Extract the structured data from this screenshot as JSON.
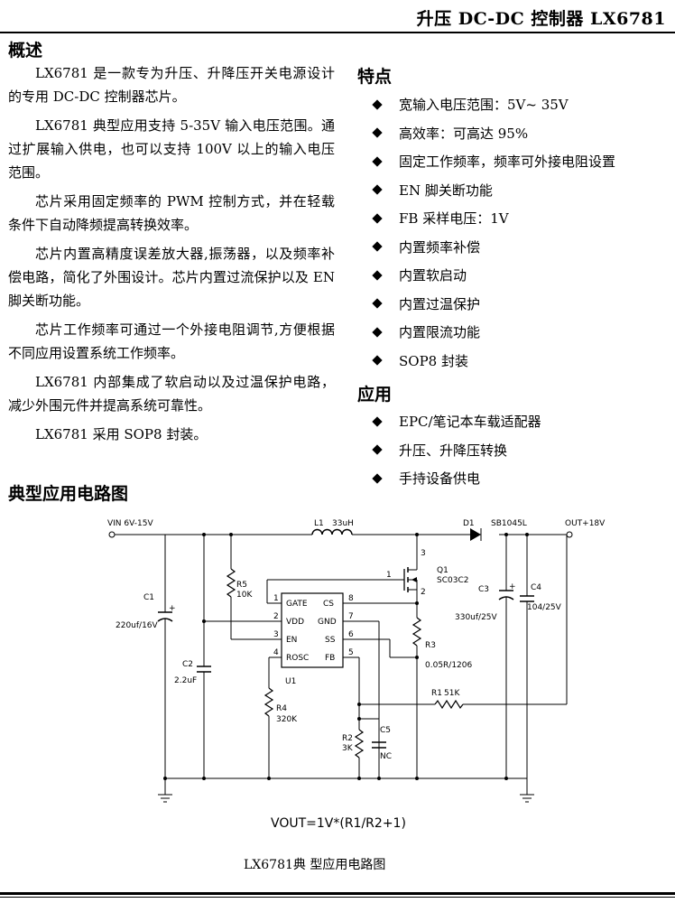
{
  "header": {
    "title": "升压 DC-DC 控制器 LX6781"
  },
  "overview": {
    "heading": "概述",
    "paragraphs": [
      "LX6781 是一款专为升压、升降压开关电源设计的专用 DC-DC 控制器芯片。",
      "LX6781 典型应用支持 5-35V 输入电压范围。通过扩展输入供电，也可以支持 100V 以上的输入电压范围。",
      "芯片采用固定频率的 PWM 控制方式，并在轻载条件下自动降频提高转换效率。",
      "芯片内置高精度误差放大器,振荡器，以及频率补偿电路，简化了外围设计。芯片内置过流保护以及 EN 脚关断功能。",
      "芯片工作频率可通过一个外接电阻调节,方便根据不同应用设置系统工作频率。",
      "LX6781 内部集成了软启动以及过温保护电路，减少外围元件并提高系统可靠性。",
      "LX6781 采用 SOP8 封装。"
    ]
  },
  "features": {
    "heading": "特点",
    "items": [
      "宽输入电压范围：5V~ 35V",
      "高效率：可高达 95%",
      "固定工作频率，频率可外接电阻设置",
      "EN 脚关断功能",
      "FB 采样电压：1V",
      "内置频率补偿",
      "内置软启动",
      "内置过温保护",
      "内置限流功能",
      "SOP8 封装"
    ]
  },
  "applications": {
    "heading": "应用",
    "items": [
      "EPC/笔记本车载适配器",
      "升压、升降压转换",
      "手持设备供电"
    ]
  },
  "circuit": {
    "heading": "典型应用电路图",
    "vin": "VIN 6V-15V",
    "vout": "OUT+18V",
    "l1": "L1",
    "l1_value": "33uH",
    "d1": "D1",
    "d1_value": "SB1045L",
    "q1": "Q1",
    "q1_value": "SC03C2",
    "c1": "C1",
    "c1_value": "220uf/16V",
    "c2": "C2",
    "c2_value": "2.2uF",
    "c3": "C3",
    "c3_value": "330uf/25V",
    "c4": "C4",
    "c4_value": "104/25V",
    "c5": "C5",
    "c5_value": "NC",
    "r1": "R1",
    "r1_value": "51K",
    "r2": "R2",
    "r2_value": "3K",
    "r3": "R3",
    "r3_value": "0.05R/1206",
    "r4": "R4",
    "r4_value": "320K",
    "r5": "R5",
    "r5_value": "10K",
    "u1": "U1",
    "pins_left": [
      "GATE",
      "VDD",
      "EN",
      "ROSC"
    ],
    "pins_left_nums": [
      "1",
      "2",
      "3",
      "4"
    ],
    "pins_right": [
      "CS",
      "GND",
      "SS",
      "FB"
    ],
    "pins_right_nums": [
      "8",
      "7",
      "6",
      "5"
    ],
    "q1_pins": [
      "1",
      "2",
      "3"
    ],
    "plus": "+",
    "formula": "VOUT=1V*(R1/R2+1)",
    "caption": "LX6781典 型应用电路图"
  }
}
